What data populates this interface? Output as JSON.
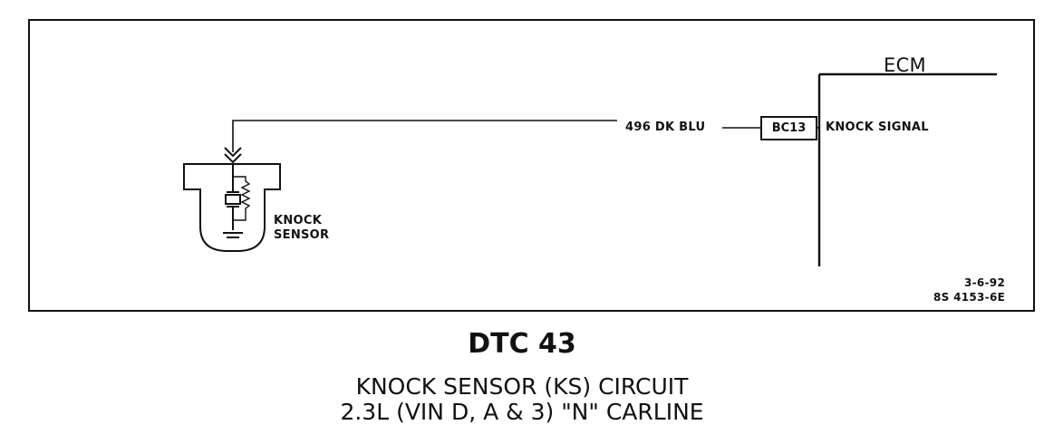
{
  "diagram": {
    "wire_label": "496 DK BLU",
    "connector_label": "BC13",
    "signal_label": "KNOCK SIGNAL",
    "module_label": "ECM",
    "sensor_label_line1": "KNOCK",
    "sensor_label_line2": "SENSOR",
    "ref_date": "3-6-92",
    "ref_code": "8S 4153-6E"
  },
  "caption": {
    "title": "DTC 43",
    "subtitle_line1": "KNOCK SENSOR (KS) CIRCUIT",
    "subtitle_line2": "2.3L (VIN D, A & 3) \"N\" CARLINE"
  }
}
